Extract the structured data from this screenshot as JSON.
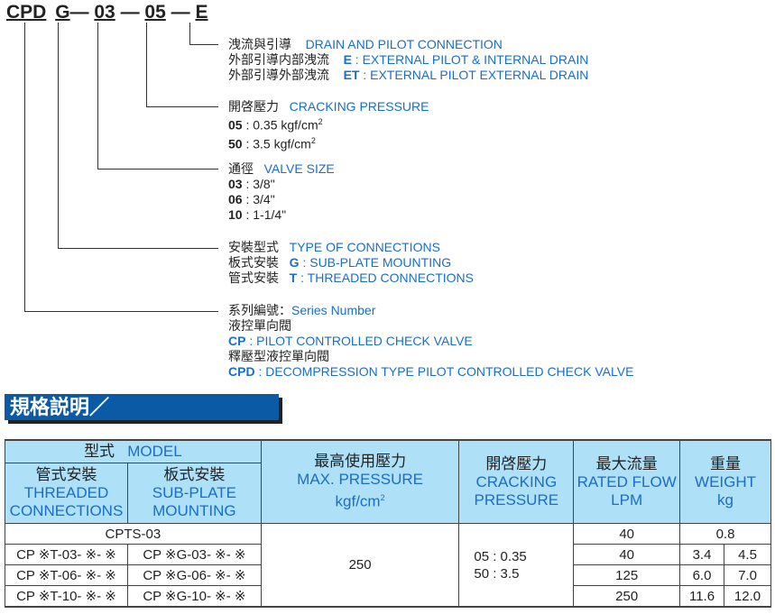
{
  "model_code": {
    "series": "CPD",
    "connection": "G",
    "size": "03",
    "pressure": "05",
    "drain": "E",
    "dash": "—"
  },
  "drain": {
    "title_zh": "洩流與引導",
    "title_en": "DRAIN AND PILOT CONNECTION",
    "options": [
      {
        "zh": "外部引導内部洩流",
        "code": "E",
        "desc": ": EXTERNAL PILOT & INTERNAL DRAIN"
      },
      {
        "zh": "外部引導外部洩流",
        "code": "ET",
        "desc": ": EXTERNAL PILOT EXTERNAL DRAIN"
      }
    ]
  },
  "cracking": {
    "title_zh": "開啓壓力",
    "title_en": "CRACKING PRESSURE",
    "options": [
      {
        "code": "05",
        "desc": ": 0.35 kgf/cm",
        "sup": "2"
      },
      {
        "code": "50",
        "desc": ": 3.5 kgf/cm",
        "sup": "2"
      }
    ]
  },
  "size": {
    "title_zh": "通徑",
    "title_en": "VALVE SIZE",
    "options": [
      {
        "code": "03",
        "desc": ": 3/8\""
      },
      {
        "code": "06",
        "desc": ": 3/4\""
      },
      {
        "code": "10",
        "desc": ": 1-1/4\""
      }
    ]
  },
  "connection": {
    "title_zh": "安裝型式",
    "title_en": "TYPE OF CONNECTIONS",
    "options": [
      {
        "zh": "板式安裝",
        "code": "G",
        "desc": ": SUB-PLATE MOUNTING"
      },
      {
        "zh": "管式安裝",
        "code": "T",
        "desc": ": THREADED CONNECTIONS"
      }
    ]
  },
  "series": {
    "title_zh": "系列編號：",
    "title_en": "Series Number",
    "options": [
      {
        "zh": "液控單向閥",
        "code": "CP",
        "desc": ": PILOT CONTROLLED CHECK VALVE"
      },
      {
        "zh": "釋壓型液控單向閥",
        "code": "CPD",
        "desc": ": DECOMPRESSION TYPE PILOT CONTROLLED CHECK VALVE"
      }
    ]
  },
  "spec_title": "規格説明／SPECIFICATIONS :",
  "table": {
    "headers": {
      "model_zh": "型式",
      "model_en": "MODEL",
      "threaded_zh": "管式安裝",
      "threaded_en1": "THREADED",
      "threaded_en2": "CONNECTIONS",
      "sub_zh": "板式安裝",
      "sub_en1": "SUB-PLATE",
      "sub_en2": "MOUNTING",
      "maxp_zh": "最高使用壓力",
      "maxp_en": "MAX. PRESSURE",
      "maxp_unit": "kgf/cm",
      "maxp_sup": "2",
      "crack_zh": "開啓壓力",
      "crack_en1": "CRACKING",
      "crack_en2": "PRESSURE",
      "flow_zh": "最大流量",
      "flow_en1": "RATED FLOW",
      "flow_en2": "LPM",
      "weight_zh": "重量",
      "weight_en1": "WEIGHT",
      "weight_en2": "kg"
    },
    "cpts": {
      "model": "CPTS-03",
      "flow": "40",
      "weight": "0.8"
    },
    "max_pressure": "250",
    "cracking1": "05 : 0.35",
    "cracking2": "50 : 3.5",
    "rows": [
      {
        "threaded": "CP ※T-03- ※- ※",
        "sub": "CP ※G-03- ※- ※",
        "flow": "40",
        "w1": "3.4",
        "w2": "4.5"
      },
      {
        "threaded": "CP ※T-06- ※- ※",
        "sub": "CP ※G-06- ※- ※",
        "flow": "125",
        "w1": "6.0",
        "w2": "7.0"
      },
      {
        "threaded": "CP ※T-10- ※- ※",
        "sub": "CP ※G-10- ※- ※",
        "flow": "250",
        "w1": "11.6",
        "w2": "12.0"
      }
    ]
  }
}
